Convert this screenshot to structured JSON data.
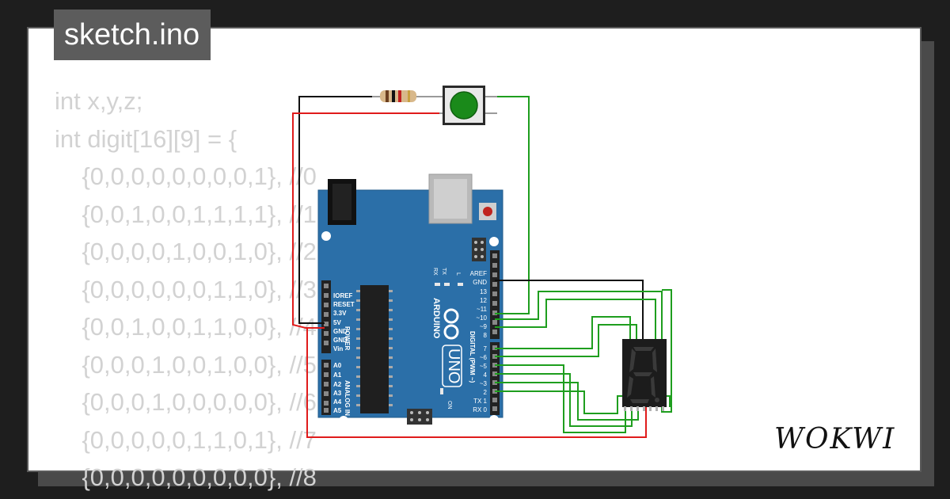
{
  "project": {
    "filename": "sketch.ino",
    "brand": "WOKWI"
  },
  "code_lines": [
    "int x,y,z;",
    "int digit[16][9] = {",
    "    {0,0,0,0,0,0,0,0,1}, //0",
    "    {0,0,1,0,0,1,1,1,1}, //1",
    "    {0,0,0,0,1,0,0,1,0}, //2",
    "    {0,0,0,0,0,0,1,1,0}, //3",
    "    {0,0,1,0,0,1,1,0,0}, //4",
    "    {0,0,0,1,0,0,1,0,0}, //5",
    "    {0,0,0,1,0,0,0,0,0}, //6",
    "    {0,0,0,0,0,1,1,0,1}, //7",
    "    {0,0,0,0,0,0,0,0,0}, //8"
  ],
  "board": {
    "name": "ARDUINO",
    "model": "UNO",
    "power_header": [
      "IOREF",
      "RESET",
      "3.3V",
      "5V",
      "GND",
      "GND",
      "Vin"
    ],
    "analog_header": [
      "A0",
      "A1",
      "A2",
      "A3",
      "A4",
      "A5"
    ],
    "power_label": "POWER",
    "analog_label": "ANALOG IN",
    "digital_top": [
      "AREF",
      "GND",
      "13",
      "12",
      "~11",
      "~10",
      "~9",
      "8"
    ],
    "digital_bottom": [
      "7",
      "~6",
      "~5",
      "4",
      "~3",
      "2",
      "TX 1",
      "RX 0"
    ],
    "digital_label": "DIGITAL (PWM ~)",
    "leds": [
      "TX",
      "RX",
      "L"
    ],
    "on_label": "ON"
  },
  "colors": {
    "board": "#2b6fa8",
    "wire_green": "#1e9e1e",
    "wire_red": "#e01b1b",
    "wire_black": "#111111",
    "button": "#1a8a1a",
    "display": "#1c1c1c",
    "segment_off": "#3a3a3a"
  }
}
